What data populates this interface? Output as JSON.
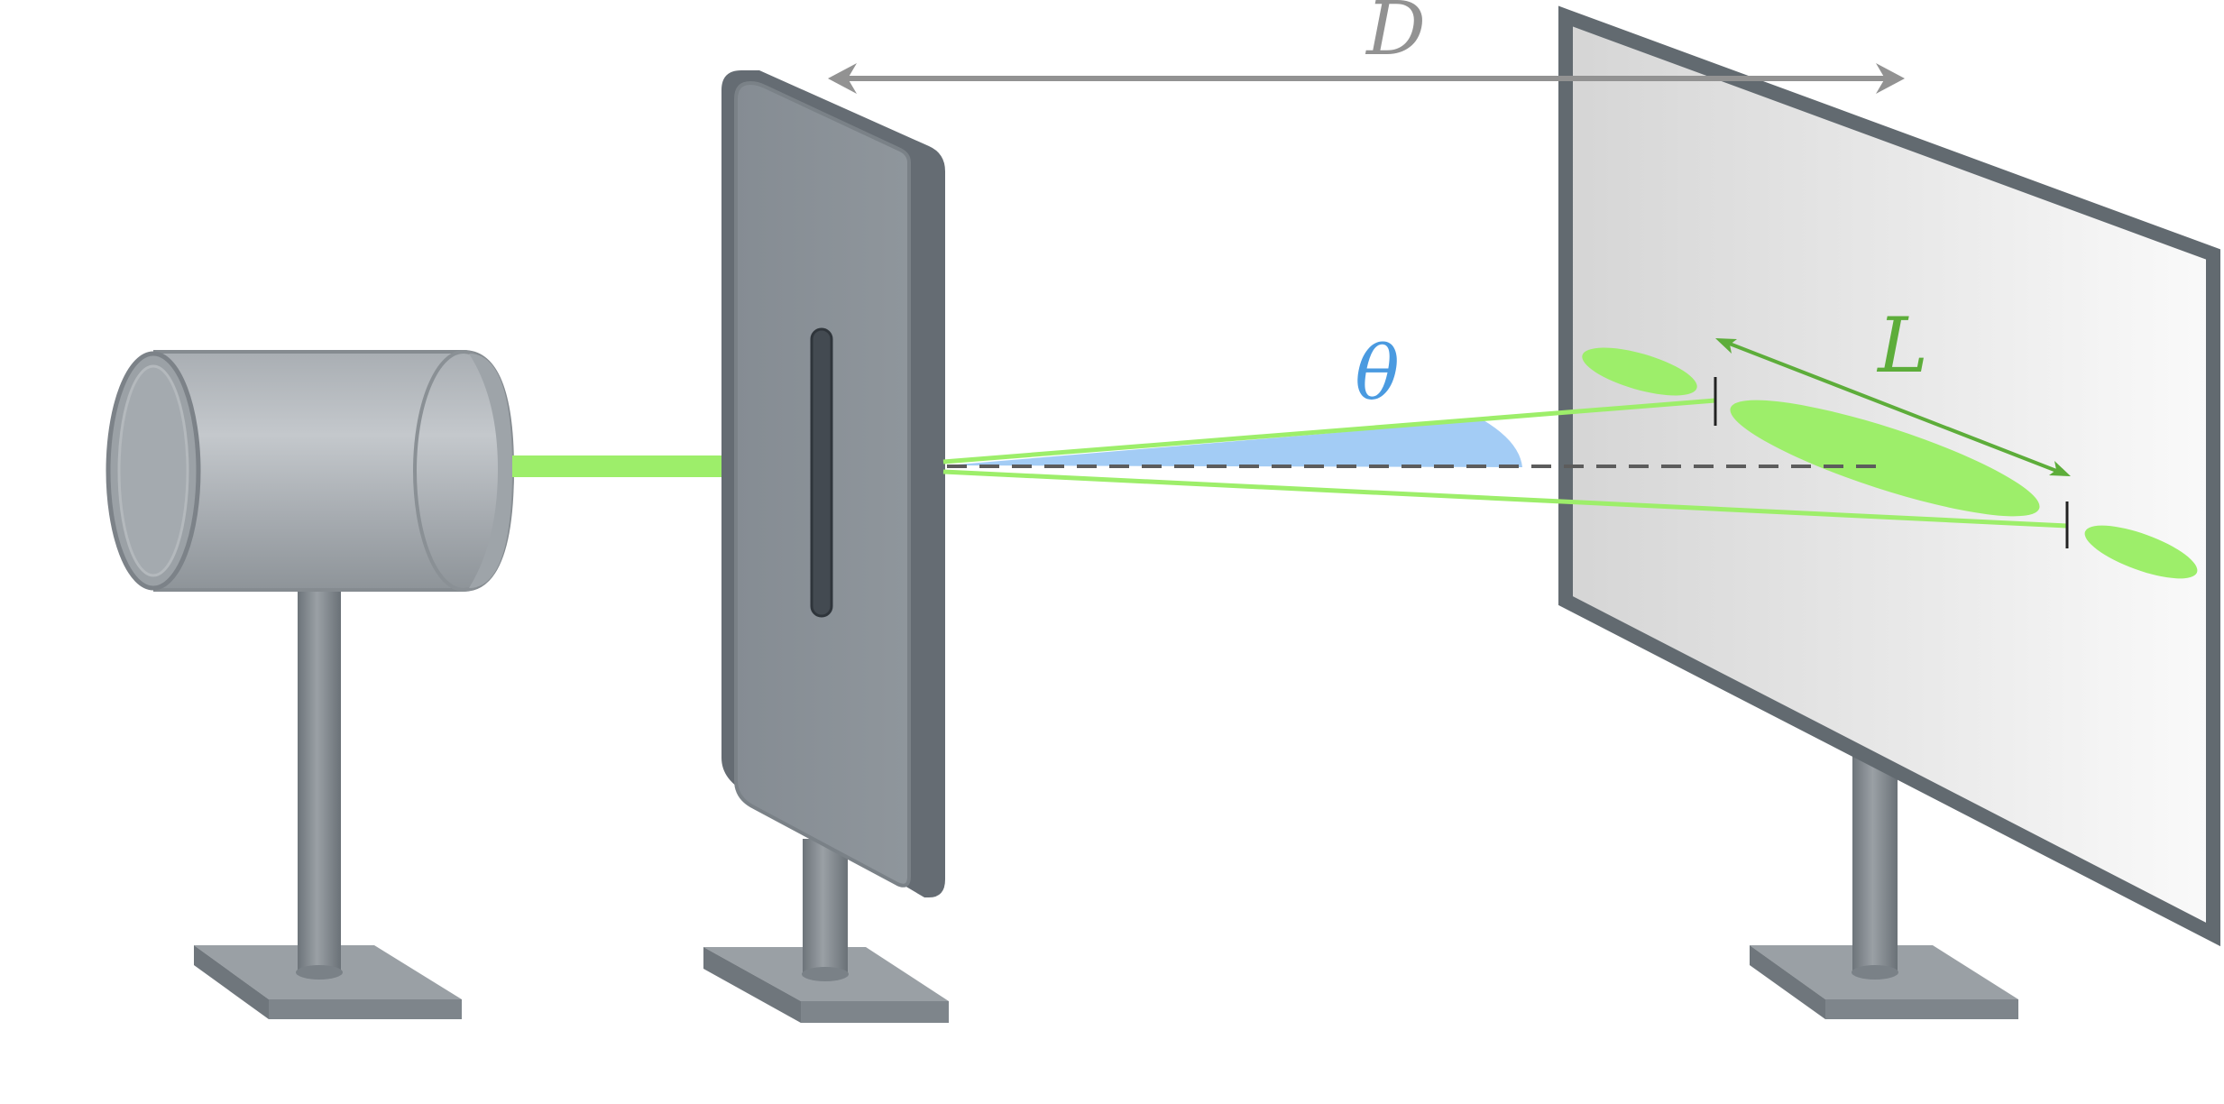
{
  "labels": {
    "distance": "D",
    "angle": "θ",
    "fringe_spacing": "L"
  },
  "colors": {
    "beam": "#9DEE6A",
    "angle_fill": "#A3CCF5",
    "angle_label": "#4A9AE0",
    "fringe_label": "#5DAD3A",
    "distance_arrow": "#929292",
    "equipment_gray": "#8A9096",
    "equipment_dark": "#656C73",
    "screen_frame": "#626A70"
  },
  "components": [
    "laser",
    "slit-plate",
    "screen"
  ]
}
